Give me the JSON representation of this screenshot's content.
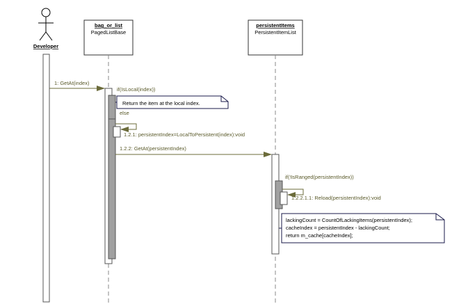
{
  "actor": {
    "name": "Developer"
  },
  "objects": [
    {
      "name": "bag_or_list",
      "class": "PagedListBase"
    },
    {
      "name": "persistentItems",
      "class": "PersistentItemList"
    }
  ],
  "messages": {
    "m1": "1: GetAt(index)",
    "m121": "1.2.1: persistentIndex=LocalToPersistent(index):void",
    "m122": "1.2.2: GetAt(persistentIndex)",
    "m1221": "1.2.2.1.1: Reload(persistentIndex):void"
  },
  "guards": {
    "g1": "if(IsLocal(index))",
    "g_else": "else",
    "g2": "if(!IsRanged(persistentIndex))"
  },
  "notes": {
    "n1": "Return the item at the local index.",
    "n2": [
      "lackingCount = CountOfLackingItems(persistentIndex);",
      "cacheIndex = persistentIndex - lackingCount;",
      "return m_cache[cacheIndex];"
    ]
  },
  "colors": {
    "lifeline": "#888888",
    "message": "#6b6b3a",
    "note_border": "#1a1a4a",
    "activation_dark": "#a0a0a0"
  }
}
